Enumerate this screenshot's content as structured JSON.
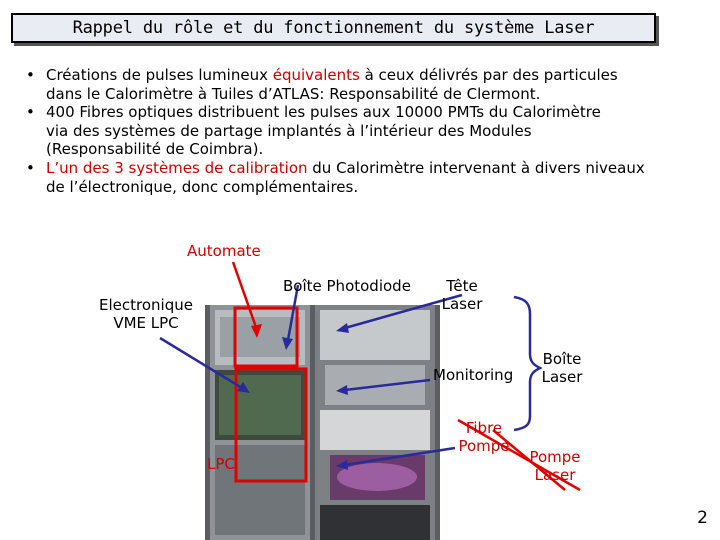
{
  "title": "Rappel du rôle et du fonctionnement du système Laser",
  "bullets": [
    {
      "lines": [
        [
          {
            "t": "Créations de pulses lumineux ",
            "c": ""
          },
          {
            "t": "équivalents",
            "c": "red"
          },
          {
            "t": " à ceux délivrés par des particules",
            "c": ""
          }
        ],
        [
          {
            "t": "dans le Calorimètre à Tuiles d’ATLAS: Responsabilité de Clermont.",
            "c": ""
          }
        ]
      ]
    },
    {
      "lines": [
        [
          {
            "t": "400 Fibres optiques distribuent les pulses aux 10000 PMTs du Calorimètre",
            "c": ""
          }
        ],
        [
          {
            "t": "via des systèmes de partage implantés à l’intérieur des Modules",
            "c": ""
          }
        ],
        [
          {
            "t": "(Responsabilité de Coimbra).",
            "c": ""
          }
        ]
      ]
    },
    {
      "lines": [
        [
          {
            "t": "L’un des 3 systèmes de calibration",
            "c": "red"
          },
          {
            "t": " du Calorimètre intervenant à divers niveaux",
            "c": ""
          }
        ],
        [
          {
            "t": "de l’électronique, donc complémentaires.",
            "c": ""
          }
        ]
      ]
    }
  ],
  "labels": {
    "automate": "Automate",
    "electronique_1": "Electronique",
    "electronique_2": "VME LPC",
    "boite_photodiode": "Boîte Photodiode",
    "tete_1": "Tête",
    "tete_2": "Laser",
    "monitoring": "Monitoring",
    "boite_laser_1": "Boîte",
    "boite_laser_2": "Laser",
    "fibre_1": "Fibre",
    "fibre_2": "Pompe",
    "pompe_1": "Pompe",
    "pompe_2": "Laser",
    "lpc": "LPC"
  },
  "page_number": "2",
  "colors": {
    "accent_red": "#cc0000",
    "arrow_blue": "#2a2a9a",
    "box_red": "#e00000"
  }
}
